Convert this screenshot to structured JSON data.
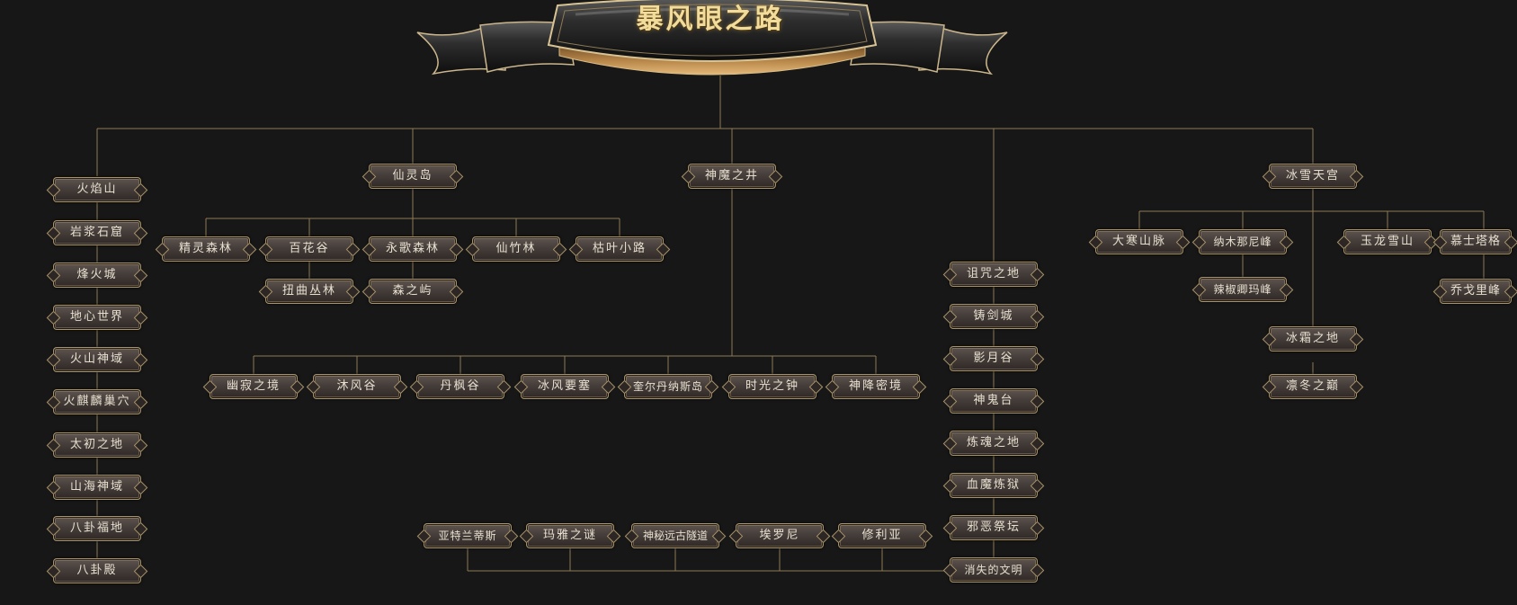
{
  "title": "暴风眼之路",
  "colors": {
    "background": "#171717",
    "line": "#8d7a56",
    "node_border": "#a8936a",
    "node_text": "#e6dfcf",
    "title_text": "#f2dc9c"
  },
  "nodes": {
    "n1": "火焰山",
    "n2": "岩浆石窟",
    "n3": "烽火城",
    "n4": "地心世界",
    "n5": "火山神域",
    "n6": "火麒麟巢穴",
    "n7": "太初之地",
    "n8": "山海神域",
    "n9": "八卦福地",
    "n10": "八卦殿",
    "n11": "仙灵岛",
    "n12": "精灵森林",
    "n13": "百花谷",
    "n14": "永歌森林",
    "n15": "仙竹林",
    "n16": "枯叶小路",
    "n17": "扭曲丛林",
    "n18": "森之屿",
    "n19": "神魔之井",
    "n20": "幽寂之境",
    "n21": "沐风谷",
    "n22": "丹枫谷",
    "n23": "冰风要塞",
    "n24": "奎尔丹纳斯岛",
    "n25": "时光之钟",
    "n26": "神降密境",
    "n27": "诅咒之地",
    "n28": "铸剑城",
    "n29": "影月谷",
    "n30": "神鬼台",
    "n31": "炼魂之地",
    "n32": "血魔炼狱",
    "n33": "邪恶祭坛",
    "n34": "消失的文明",
    "n35": "亚特兰蒂斯",
    "n36": "玛雅之谜",
    "n37": "神秘远古隧道",
    "n38": "埃罗尼",
    "n39": "修利亚",
    "n40": "冰雪天宫",
    "n41": "大寒山脉",
    "n42": "纳木那尼峰",
    "n43": "辣椒卿玛峰",
    "n44": "玉龙雪山",
    "n45": "慕士塔格",
    "n46": "乔戈里峰",
    "n47": "冰霜之地",
    "n48": "凛冬之巅"
  }
}
